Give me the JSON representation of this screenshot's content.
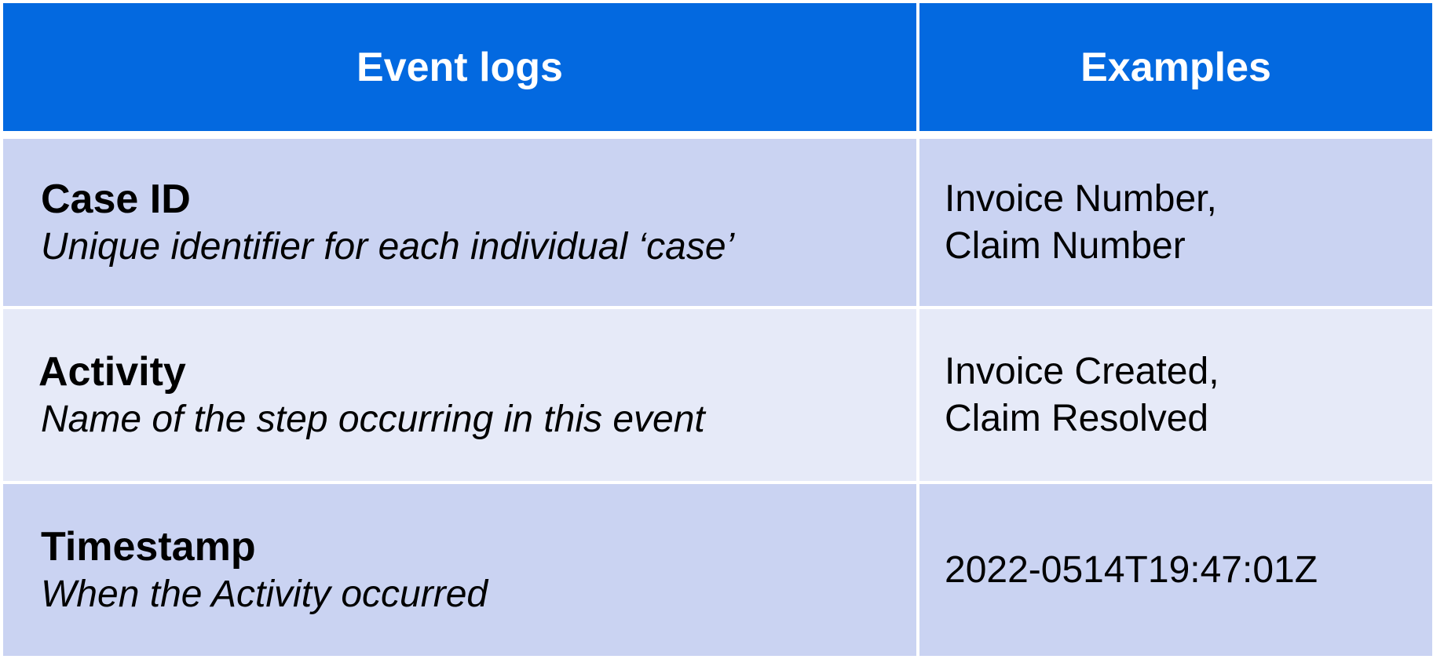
{
  "table": {
    "headers": [
      "Event logs",
      "Examples"
    ],
    "rows": [
      {
        "title": "Case ID",
        "description": "Unique identifier for each individual ‘case’",
        "examples": [
          "Invoice Number,",
          "Claim Number"
        ]
      },
      {
        "title": "Activity",
        "description": "Name of the step occurring in this event",
        "examples": [
          "Invoice Created,",
          "Claim Resolved"
        ]
      },
      {
        "title": "Timestamp",
        "description": "When the Activity occurred",
        "examples": [
          "2022-0514T19:47:01Z"
        ]
      }
    ]
  },
  "colors": {
    "header_bg": "#0369e0",
    "row_dark": "#cad3f2",
    "row_light": "#e6eaf8"
  }
}
